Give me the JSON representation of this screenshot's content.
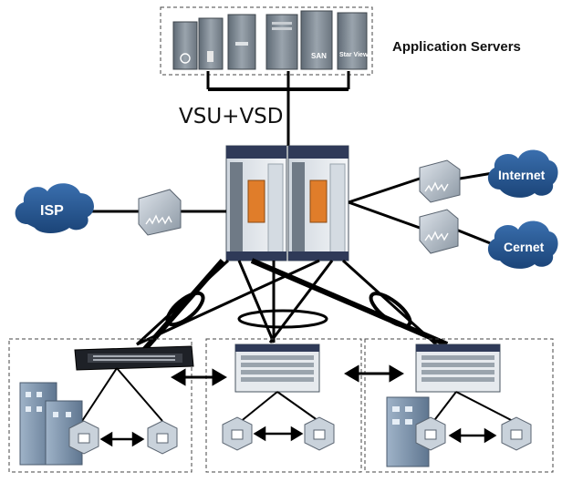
{
  "labels": {
    "application_servers": "Application Servers",
    "vsu_vsd": "VSU+VSD"
  },
  "clouds": {
    "isp": "ISP",
    "internet": "Internet",
    "cernet": "Cernet"
  },
  "server_badges": [
    "SAN",
    "Star View"
  ],
  "colors": {
    "cloud": "#1f4f86",
    "server": "#7a8590",
    "firewall_accent": "#e07d2a",
    "line": "#000000",
    "dashed_border": "#444444"
  },
  "icons": {
    "server": "server-tower-icon",
    "firewall": "firewall-icon",
    "core_switch": "chassis-switch-icon",
    "access_switch": "access-switch-icon",
    "aggregation_switch": "aggregation-switch-icon",
    "building": "building-icon",
    "cloud": "cloud-icon"
  }
}
